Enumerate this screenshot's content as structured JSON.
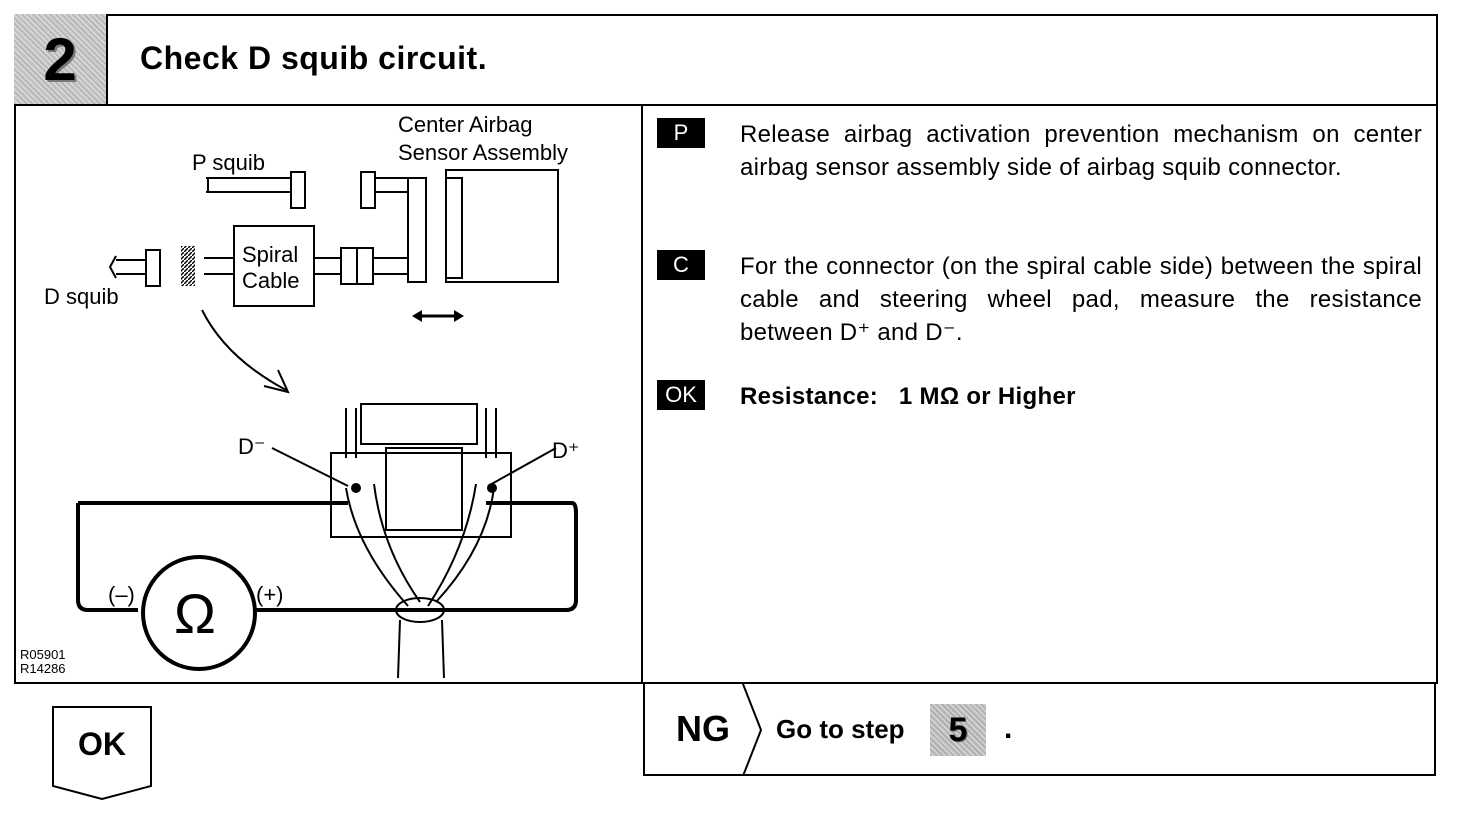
{
  "header": {
    "step_number": "2",
    "title": "Check D squib circuit."
  },
  "figure": {
    "center_airbag_label_line1": "Center Airbag",
    "center_airbag_label_line2": "Sensor Assembly",
    "p_squib": "P squib",
    "d_squib": "D squib",
    "spiral_line1": "Spiral",
    "spiral_line2": "Cable",
    "d_minus": "D⁻",
    "d_plus": "D⁺",
    "meter_minus": "(–)",
    "meter_plus": "(+)",
    "ohm_symbol": "Ω",
    "figure_codes": "R05901\nR14286"
  },
  "steps": [
    {
      "badge": "P",
      "text": "Release airbag activation prevention mechanism on center airbag sensor assembly side of airbag squib connector."
    },
    {
      "badge": "C",
      "text": "For the connector (on the spiral cable side) between the spiral cable and steering wheel pad, measure the resistance between D⁺ and D⁻."
    },
    {
      "badge": "OK",
      "text": "Resistance:   1 MΩ or Higher"
    }
  ],
  "result": {
    "ok_label": "OK",
    "ng_label": "NG",
    "goto_text": "Go to step",
    "goto_step": "5",
    "goto_period": "."
  }
}
